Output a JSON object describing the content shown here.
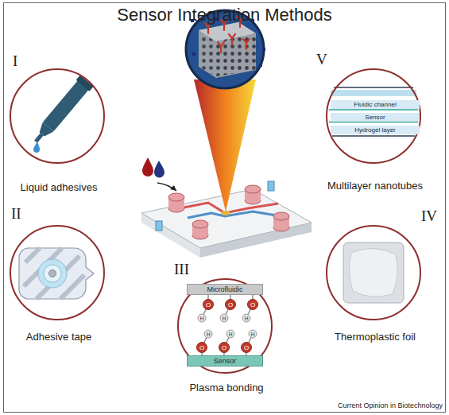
{
  "diagram": {
    "title": "Sensor Integration Methods",
    "nodes": [
      {
        "text": [
          "I",
          "Liquid adhesives"
        ]
      },
      {
        "text": [
          "II",
          "Adhesive tape"
        ]
      },
      {
        "text": [
          "III",
          "Plasma bonding"
        ]
      },
      {
        "text": [
          "Microfluidic"
        ],
        "in": 2
      },
      {
        "text": [
          "Sensor"
        ],
        "in": 2
      },
      {
        "text": [
          "V",
          "Multilayer nanotubes"
        ]
      },
      {
        "text": [
          "Fluidic channel"
        ],
        "in": 5
      },
      {
        "text": [
          "Sensor"
        ],
        "in": 5
      },
      {
        "text": [
          "Hydrogel layer"
        ],
        "in": 5
      },
      {
        "text": [
          "IV",
          "Thermoplastic foil"
        ]
      }
    ],
    "labels": [
      "O",
      "O",
      "O",
      "H",
      "H",
      "H",
      "H",
      "H",
      "H",
      "O",
      "O",
      "O",
      "Current Opinion in Biotechnology"
    ]
  }
}
